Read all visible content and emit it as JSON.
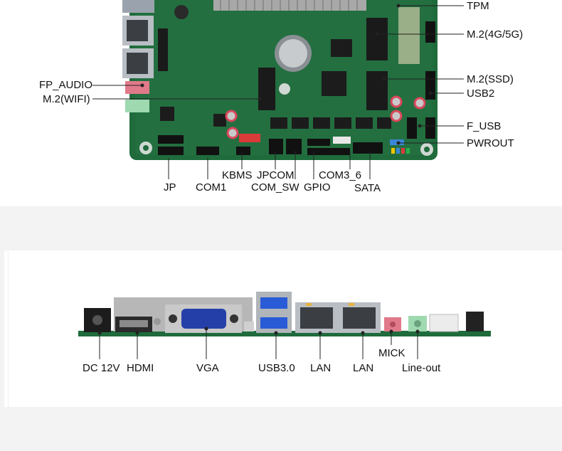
{
  "top_labels": {
    "tpm": "TPM",
    "m2_4g5g": "M.2(4G/5G)",
    "m2_ssd": "M.2(SSD)",
    "usb2": "USB2",
    "f_usb": "F_USB",
    "pwrout": "PWROUT",
    "fp_audio": "FP_AUDIO",
    "m2_wifi": "M.2(WIFI)",
    "jp": "JP",
    "com1": "COM1",
    "kbms": "KBMS",
    "jpcom": "JPCOM",
    "com_sw": "COM_SW",
    "gpio": "GPIO",
    "com3_6": "COM3_6",
    "sata": "SATA"
  },
  "bottom_labels": {
    "dc12v": "DC 12V",
    "hdmi": "HDMI",
    "vga": "VGA",
    "usb30": "USB3.0",
    "lan1": "LAN",
    "lan2": "LAN",
    "mick": "MICK",
    "lineout": "Line-out"
  },
  "colors": {
    "pcb": "#1f6b3c",
    "pcb_dark": "#164f2c",
    "heatsink": "#a8a8a8",
    "usb_blue": "#2a5bd7",
    "vga_blue": "#2440a8",
    "pink": "#e07a8a",
    "green_jack": "#9fd9b0",
    "leader": "#222222"
  }
}
